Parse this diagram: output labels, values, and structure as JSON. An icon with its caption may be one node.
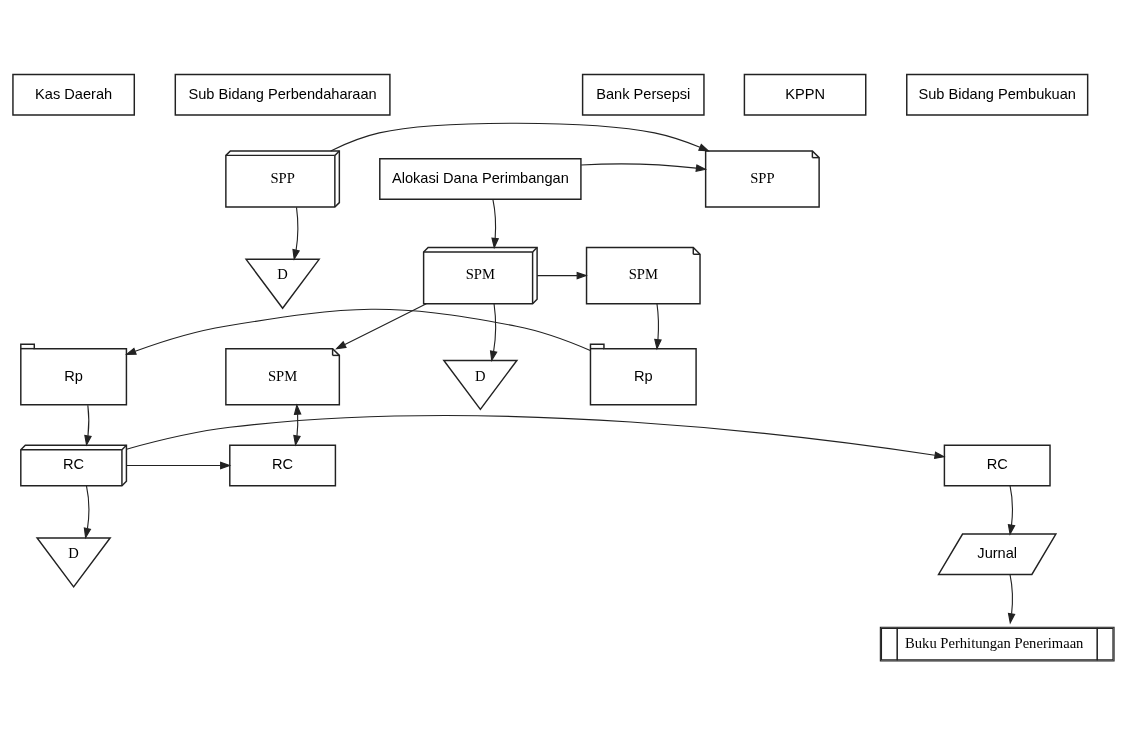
{
  "diagram": {
    "nodes": [
      {
        "text": [
          "Sub Bidang Perbendaharaan"
        ]
      },
      {
        "text": [
          "KPPN"
        ]
      },
      {
        "text": [
          "Bank Persepsi"
        ]
      },
      {
        "text": [
          "Kas Daerah"
        ]
      },
      {
        "text": [
          "Sub Bidang Pembukuan"
        ]
      },
      {
        "text": [
          "SPP"
        ]
      },
      {
        "text": [
          "SPP"
        ]
      },
      {
        "text": [
          "Alokasi Dana Perimbangan"
        ]
      },
      {
        "text": [
          "D"
        ]
      },
      {
        "text": [
          "SPM"
        ]
      },
      {
        "text": [
          "SPM"
        ]
      },
      {
        "text": [
          "SPM"
        ]
      },
      {
        "text": [
          "D"
        ]
      },
      {
        "text": [
          "Rp"
        ]
      },
      {
        "text": [
          "Rp"
        ]
      },
      {
        "text": [
          "RC"
        ]
      },
      {
        "text": [
          "RC"
        ]
      },
      {
        "text": [
          "RC"
        ]
      },
      {
        "text": [
          "D"
        ]
      },
      {
        "text": [
          "Jurnal"
        ]
      },
      {
        "text": [
          "Buku Perhitungan Penerimaan"
        ]
      }
    ],
    "edges": [
      {
        "from": 5,
        "to": 6,
        "arrow": "to"
      },
      {
        "from": 5,
        "to": 8,
        "arrow": "to"
      },
      {
        "from": 7,
        "to": 6,
        "arrow": "to"
      },
      {
        "from": 7,
        "to": 9,
        "arrow": "to"
      },
      {
        "from": 9,
        "to": 10,
        "arrow": "to"
      },
      {
        "from": 9,
        "to": 11,
        "arrow": "to"
      },
      {
        "from": 9,
        "to": 12,
        "arrow": "to"
      },
      {
        "from": 11,
        "to": 15,
        "arrow": "both"
      },
      {
        "from": 10,
        "to": 13,
        "arrow": "to"
      },
      {
        "from": 13,
        "to": 14,
        "arrow": "to"
      },
      {
        "from": 14,
        "to": 16,
        "arrow": "to"
      },
      {
        "from": 16,
        "to": 15,
        "arrow": "to"
      },
      {
        "from": 16,
        "to": 17,
        "arrow": "to"
      },
      {
        "from": 16,
        "to": 18,
        "arrow": "to"
      },
      {
        "from": 17,
        "to": 19,
        "arrow": "to"
      },
      {
        "from": 19,
        "to": 20,
        "arrow": "to"
      }
    ]
  }
}
